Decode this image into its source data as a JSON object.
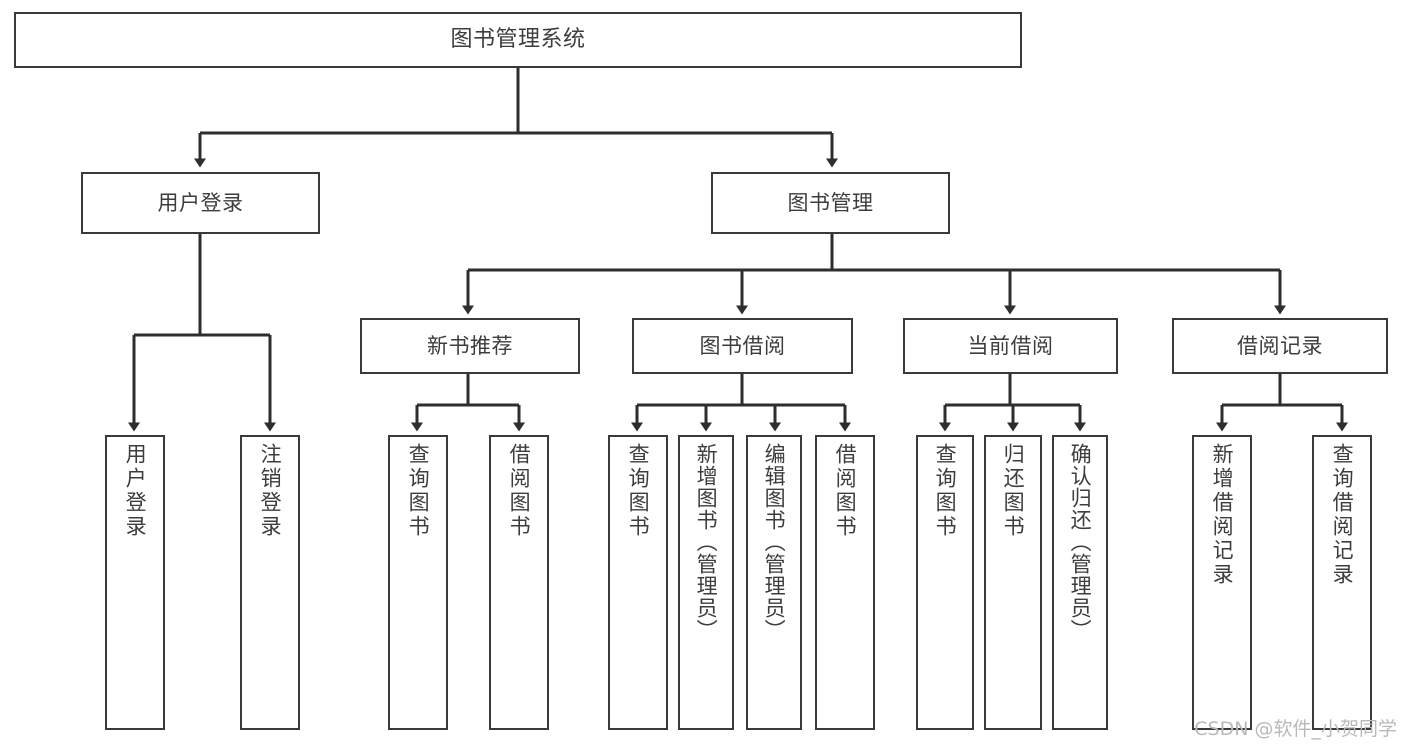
{
  "diagram": {
    "title": "图书管理系统",
    "type": "tree-hierarchy-chart",
    "colors": {
      "box_border": "#3a3a3a",
      "box_fill": "#ffffff",
      "connector": "#2e2e2e",
      "text": "#3d3d3d",
      "watermark": "#b9b9b9",
      "background": "#ffffff"
    },
    "root": {
      "label": "图书管理系统"
    },
    "level2": [
      {
        "label": "用户登录"
      },
      {
        "label": "图书管理"
      }
    ],
    "level3": [
      {
        "label": "新书推荐"
      },
      {
        "label": "图书借阅"
      },
      {
        "label": "当前借阅"
      },
      {
        "label": "借阅记录"
      }
    ],
    "leaves": [
      {
        "label": "用户登录"
      },
      {
        "label": "注销登录"
      },
      {
        "label": "查询图书"
      },
      {
        "label": "借阅图书"
      },
      {
        "label": "查询图书"
      },
      {
        "label": "新增图书（管理员）"
      },
      {
        "label": "编辑图书（管理员）"
      },
      {
        "label": "借阅图书"
      },
      {
        "label": "查询图书"
      },
      {
        "label": "归还图书"
      },
      {
        "label": "确认归还（管理员）"
      },
      {
        "label": "新增借阅记录"
      },
      {
        "label": "查询借阅记录"
      }
    ]
  },
  "watermark": {
    "text": "CSDN @软件_小贺同学"
  }
}
